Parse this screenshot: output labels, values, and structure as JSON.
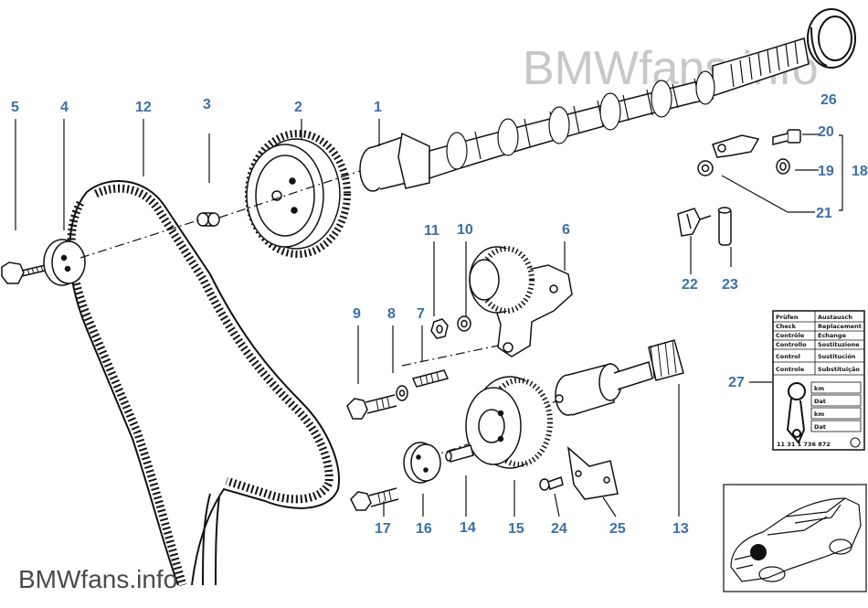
{
  "watermarks": {
    "top": "BMWfans.info",
    "bottom": "BMWfans.info"
  },
  "callouts": {
    "c1": "1",
    "c2": "2",
    "c3": "3",
    "c4": "4",
    "c5": "5",
    "c6": "6",
    "c7": "7",
    "c8": "8",
    "c9": "9",
    "c10": "10",
    "c11": "11",
    "c12": "12",
    "c13": "13",
    "c14": "14",
    "c15": "15",
    "c16": "16",
    "c17": "17",
    "c18": "18",
    "c19": "19",
    "c20": "20",
    "c21": "21",
    "c22": "22",
    "c23": "23",
    "c24": "24",
    "c25": "25",
    "c26": "26",
    "c27": "27"
  },
  "label_table": {
    "rows": [
      [
        "Prüfen",
        "Austausch"
      ],
      [
        "Check",
        "Replacement"
      ],
      [
        "Contrôle",
        "Echange"
      ],
      [
        "Controllo",
        "Sostituzione"
      ],
      [
        "Control",
        "Sustitución"
      ],
      [
        "Controle",
        "Substituição"
      ]
    ],
    "fields": [
      "km",
      "Dat",
      "km",
      "Dat"
    ],
    "part_no": "11 31 1 736 872"
  },
  "colors": {
    "callout": "#3a6fb0",
    "line": "#111111",
    "watermark": "#c8c8c8"
  }
}
